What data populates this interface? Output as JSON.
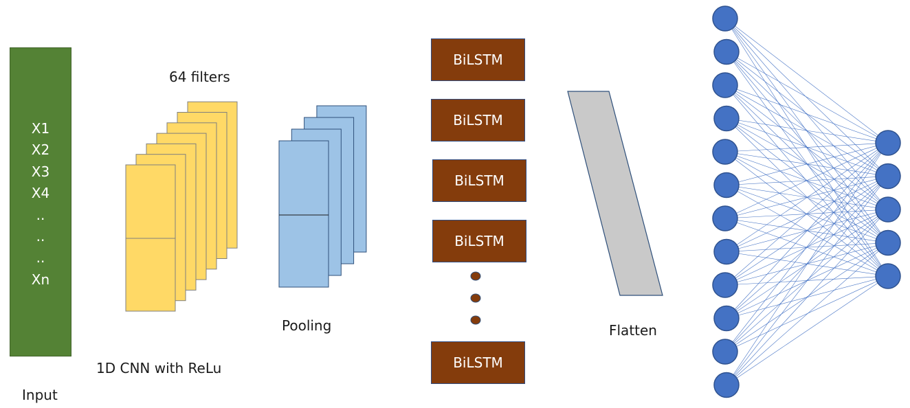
{
  "input": {
    "label": "Input",
    "items": [
      "X1",
      "X2",
      "X3",
      "X4",
      "..",
      "..",
      "..",
      "Xn"
    ]
  },
  "cnn": {
    "filters_label": "64 filters",
    "caption": "1D CNN with ReLu"
  },
  "pooling": {
    "label": "Pooling"
  },
  "bilstm": {
    "blocks": [
      "BiLSTM",
      "BiLSTM",
      "BiLSTM",
      "BiLSTM",
      "BiLSTM"
    ]
  },
  "flatten": {
    "label": "Flatten"
  },
  "dense": {
    "input_nodes": 12,
    "output_nodes": 5
  },
  "colors": {
    "input_fill": "#548235",
    "cnn_fill": "#ffd966",
    "cnn_stroke": "#7f7f7f",
    "pool_fill": "#9dc3e6",
    "pool_stroke": "#2e4f7a",
    "bilstm_fill": "#843c0c",
    "flatten_fill": "#c9c9c9",
    "flatten_stroke": "#2e4f7a",
    "node_fill": "#4472c4",
    "node_stroke": "#2f528f",
    "edge": "#4472c4"
  }
}
